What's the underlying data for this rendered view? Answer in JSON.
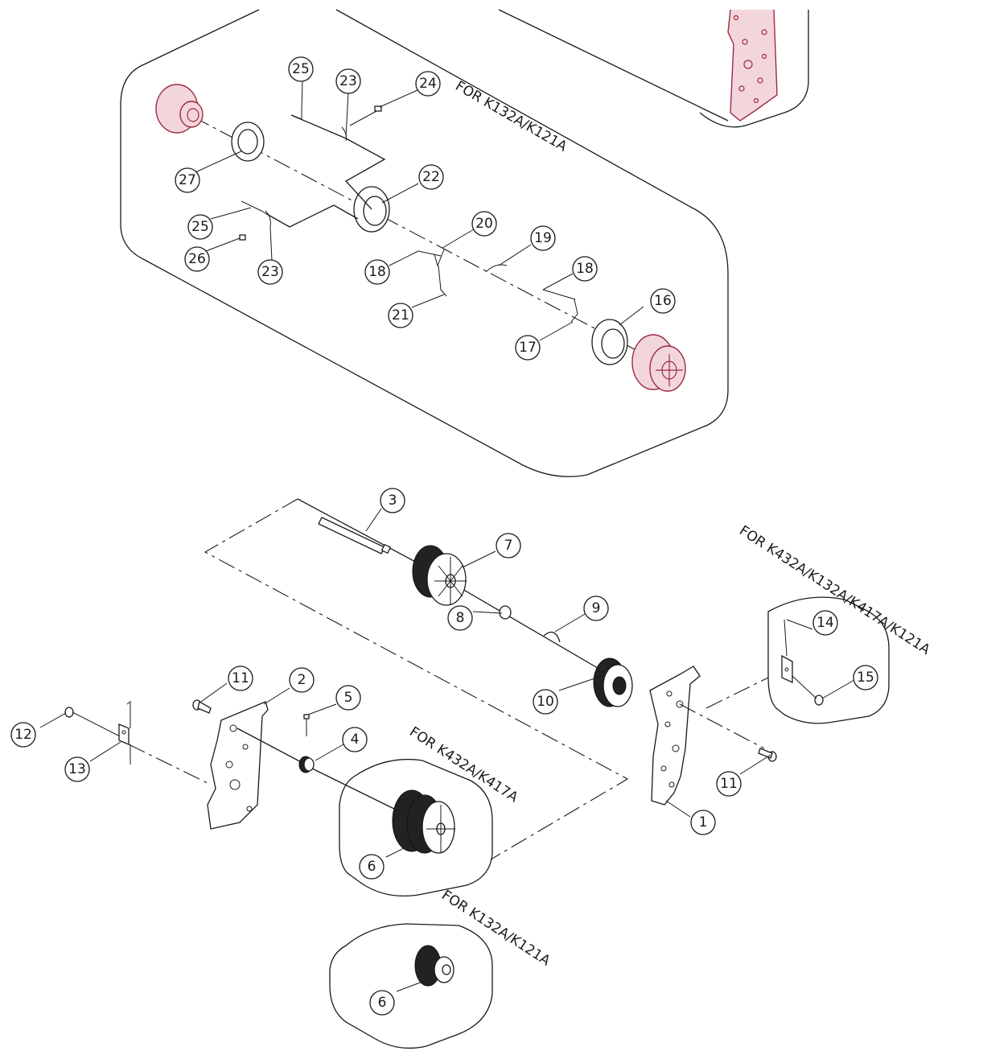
{
  "model_labels": {
    "top_group": "FOR K132A/K121A",
    "right_group": "FOR K432A/K132A/K417A/K121A",
    "gear_432_417": "FOR K432A/K417A",
    "gear_132_121": "FOR K132A/K121A"
  },
  "callouts": {
    "c1": "1",
    "c2": "2",
    "c3": "3",
    "c4": "4",
    "c5": "5",
    "c6a": "6",
    "c6b": "6",
    "c7": "7",
    "c8": "8",
    "c9": "9",
    "c10": "10",
    "c11a": "11",
    "c11b": "11",
    "c12": "12",
    "c13": "13",
    "c14": "14",
    "c15": "15",
    "c16": "16",
    "c17": "17",
    "c18a": "18",
    "c18b": "18",
    "c19": "19",
    "c20": "20",
    "c21": "21",
    "c22": "22",
    "c23a": "23",
    "c23b": "23",
    "c24": "24",
    "c25a": "25",
    "c25b": "25",
    "c26": "26",
    "c27": "27"
  },
  "colors": {
    "line": "#1a1a1a",
    "highlight_part": "#9b2c3e"
  }
}
